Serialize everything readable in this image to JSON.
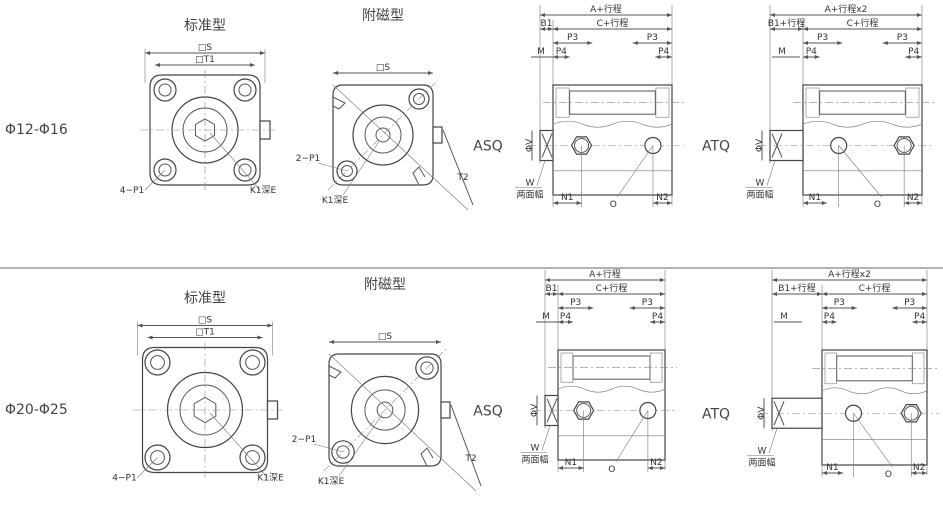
{
  "rows": [
    {
      "size_label": "Φ12-Φ16",
      "standard": {
        "title": "标准型",
        "S": "□S",
        "T1": "□T1",
        "P1": "4−P1",
        "K1E": "K1深E"
      },
      "magnetic": {
        "title": "附磁型",
        "S": "□S",
        "P1": "2−P1",
        "K1E": "K1深E",
        "T2": "T2"
      },
      "asq": {
        "title": "ASQ",
        "A": "A+行程",
        "B1": "B1",
        "C": "C+行程",
        "P3a": "P3",
        "P3b": "P3",
        "P4a": "P4",
        "P4b": "P4",
        "M": "M",
        "V": "ΦV",
        "W": "W",
        "W2": "两面幅",
        "N1": "N1",
        "O": "O",
        "N2": "N2"
      },
      "atq": {
        "title": "ATQ",
        "A": "A+行程x2",
        "B1": "B1+行程",
        "C": "C+行程",
        "P3a": "P3",
        "P3b": "P3",
        "P4a": "P4",
        "P4b": "P4",
        "M": "M",
        "V": "ΦV",
        "W": "W",
        "W2": "两面幅",
        "N1": "N1",
        "O": "O",
        "N2": "N2"
      }
    },
    {
      "size_label": "Φ20-Φ25",
      "standard": {
        "title": "标准型",
        "S": "□S",
        "T1": "□T1",
        "P1": "4−P1",
        "K1E": "K1深E"
      },
      "magnetic": {
        "title": "附磁型",
        "S": "□S",
        "P1": "2−P1",
        "K1E": "K1深E",
        "T2": "T2"
      },
      "asq": {
        "title": "ASQ",
        "A": "A+行程",
        "B1": "B1",
        "C": "C+行程",
        "P3a": "P3",
        "P3b": "P3",
        "P4a": "P4",
        "P4b": "P4",
        "M": "M",
        "V": "ΦV",
        "W": "W",
        "W2": "两面幅",
        "N1": "N1",
        "O": "O",
        "N2": "N2"
      },
      "atq": {
        "title": "ATQ",
        "A": "A+行程x2",
        "B1": "B1+行程",
        "C": "C+行程",
        "P3a": "P3",
        "P3b": "P3",
        "P4a": "P4",
        "P4b": "P4",
        "M": "M",
        "V": "ΦV",
        "W": "W",
        "W2": "两面幅",
        "N1": "N1",
        "O": "O",
        "N2": "N2"
      }
    }
  ]
}
